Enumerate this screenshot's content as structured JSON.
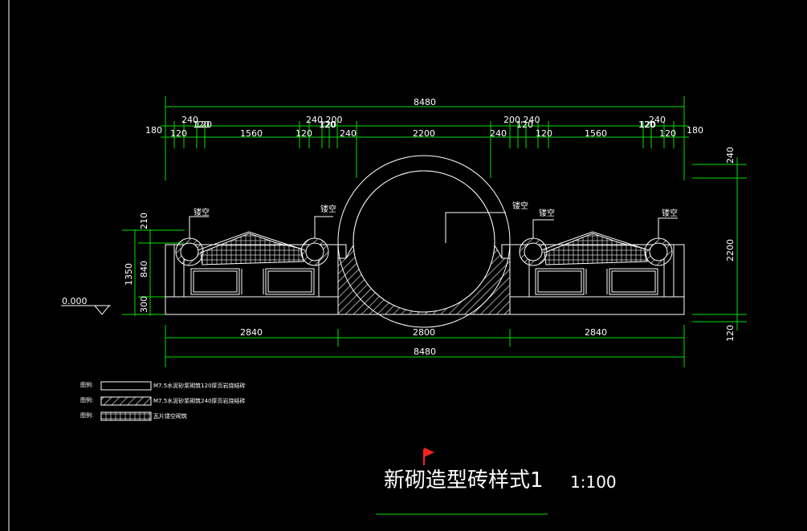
{
  "drawing": {
    "title": "新砌造型砖样式1",
    "scale": "1:100",
    "elevation_label": "0.000",
    "hollow_label": "镂空"
  },
  "dims_top": {
    "overall": "8480",
    "row2": [
      "240",
      "120",
      "240,200",
      "120",
      "200,240",
      "120",
      "240"
    ],
    "row1": [
      "120",
      "120",
      "1560",
      "120",
      "120",
      "240",
      "2200",
      "240",
      "120",
      "120",
      "1560",
      "120",
      "120"
    ],
    "side_left": "180",
    "side_right": "180"
  },
  "dims_bottom": {
    "segments": [
      "2840",
      "2800",
      "2840"
    ],
    "overall": "8480"
  },
  "dims_left": [
    "210",
    "840",
    "300",
    "1350"
  ],
  "dims_right": [
    "240",
    "2200",
    "120"
  ],
  "legend": [
    {
      "key": "图例:",
      "text": "M7.5水泥砂浆砌筑120厚页岩烧结砖"
    },
    {
      "key": "图例:",
      "text": "M7.5水泥砂浆砌筑240厚页岩烧结砖"
    },
    {
      "key": "图例:",
      "text": "瓦片镂空砌筑"
    }
  ],
  "colors": {
    "background": "#000000",
    "lines": "#ffffff",
    "dimensions": "#00e000",
    "marker": "#ff2020"
  }
}
